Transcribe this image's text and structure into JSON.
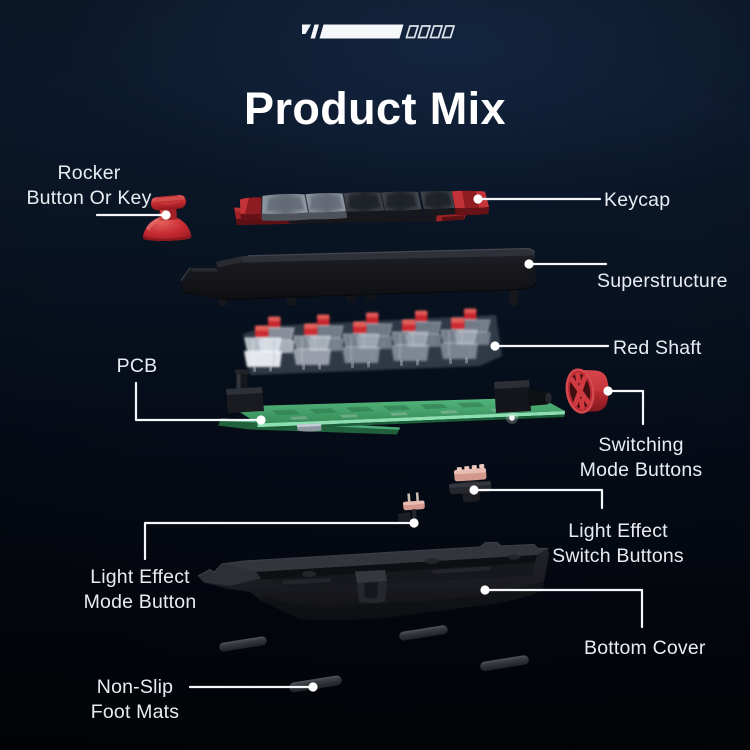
{
  "page": {
    "title": "Product Mix"
  },
  "decoration": {
    "name": "speed-lines-decoration"
  },
  "labels": [
    {
      "id": "rocker",
      "lines": [
        "Rocker",
        "Button Or Key"
      ]
    },
    {
      "id": "keycap",
      "lines": [
        "Keycap"
      ]
    },
    {
      "id": "superstructure",
      "lines": [
        "Superstructure"
      ]
    },
    {
      "id": "red-shaft",
      "lines": [
        "Red Shaft"
      ]
    },
    {
      "id": "pcb",
      "lines": [
        "PCB"
      ]
    },
    {
      "id": "switching-mode-buttons",
      "lines": [
        "Switching",
        "Mode Buttons"
      ]
    },
    {
      "id": "light-effect-switch-buttons",
      "lines": [
        "Light Effect",
        "Switch Buttons"
      ]
    },
    {
      "id": "light-effect-mode-button",
      "lines": [
        "Light Effect",
        "Mode Button"
      ]
    },
    {
      "id": "bottom-cover",
      "lines": [
        "Bottom Cover"
      ]
    },
    {
      "id": "non-slip-foot-mats",
      "lines": [
        "Non-Slip",
        "Foot Mats"
      ]
    }
  ],
  "parts": [
    "rocker-button",
    "keycap-row",
    "superstructure",
    "red-shaft-switches",
    "pcb-board",
    "switching-mode-knob",
    "light-effect-switch-buttons",
    "light-effect-mode-button",
    "bottom-cover",
    "foot-mats"
  ],
  "colors": {
    "background_top": "#0d1b2e",
    "background_bottom": "#020509",
    "accent_red": "#c62a31",
    "pcb_green": "#4cb377",
    "label_text": "#e9edf3",
    "title_text": "#ffffff",
    "leader_line": "#f4f6fa"
  }
}
